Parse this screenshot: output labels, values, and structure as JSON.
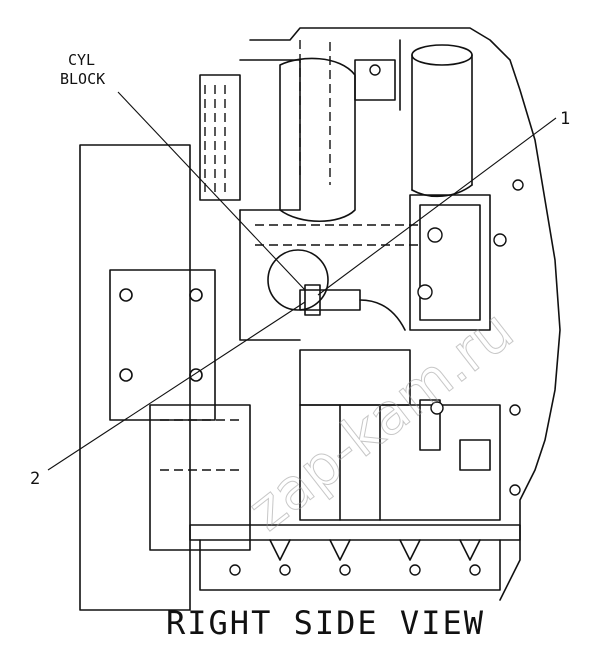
{
  "diagram": {
    "view_title": "RIGHT SIDE VIEW",
    "label_block": [
      "CYL",
      "BLOCK"
    ],
    "callouts": [
      {
        "id": "1",
        "text": "1"
      },
      {
        "id": "2",
        "text": "2"
      }
    ],
    "watermark": "zap-kam.ru"
  }
}
